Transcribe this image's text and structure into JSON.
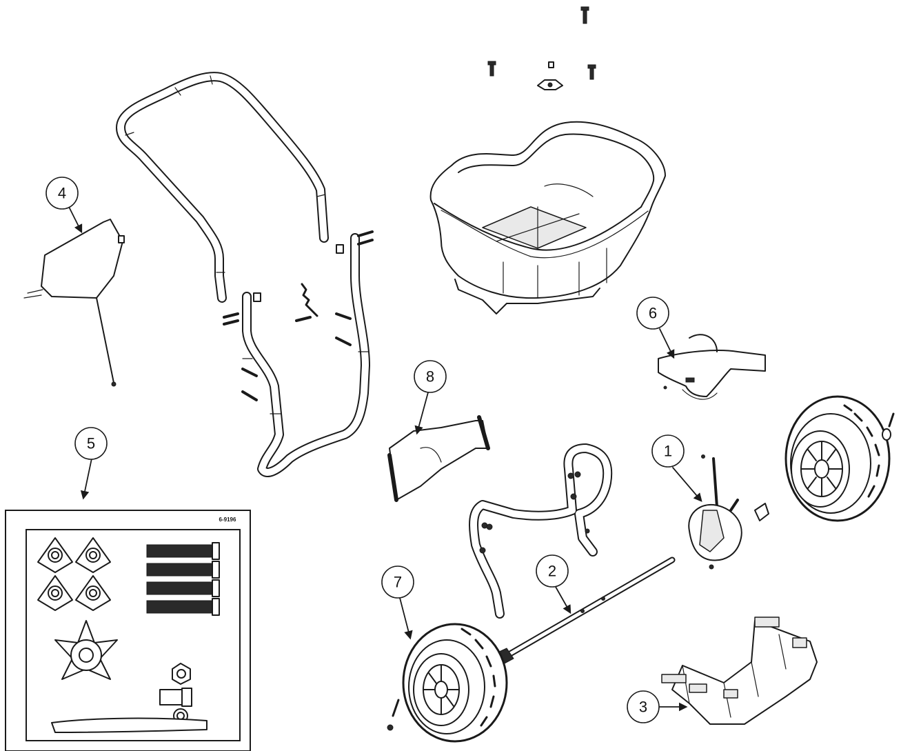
{
  "callouts": [
    {
      "id": "1",
      "label": "1",
      "part": "gearbox"
    },
    {
      "id": "2",
      "label": "2",
      "part": "axle"
    },
    {
      "id": "3",
      "label": "3",
      "part": "frame-base"
    },
    {
      "id": "4",
      "label": "4",
      "part": "rain-cover"
    },
    {
      "id": "5",
      "label": "5",
      "part": "hardware-kit"
    },
    {
      "id": "6",
      "label": "6",
      "part": "spinner"
    },
    {
      "id": "7",
      "label": "7",
      "part": "left-wheel"
    },
    {
      "id": "8",
      "label": "8",
      "part": "deflector"
    }
  ],
  "hardware_kit": {
    "code": "6-9196"
  }
}
